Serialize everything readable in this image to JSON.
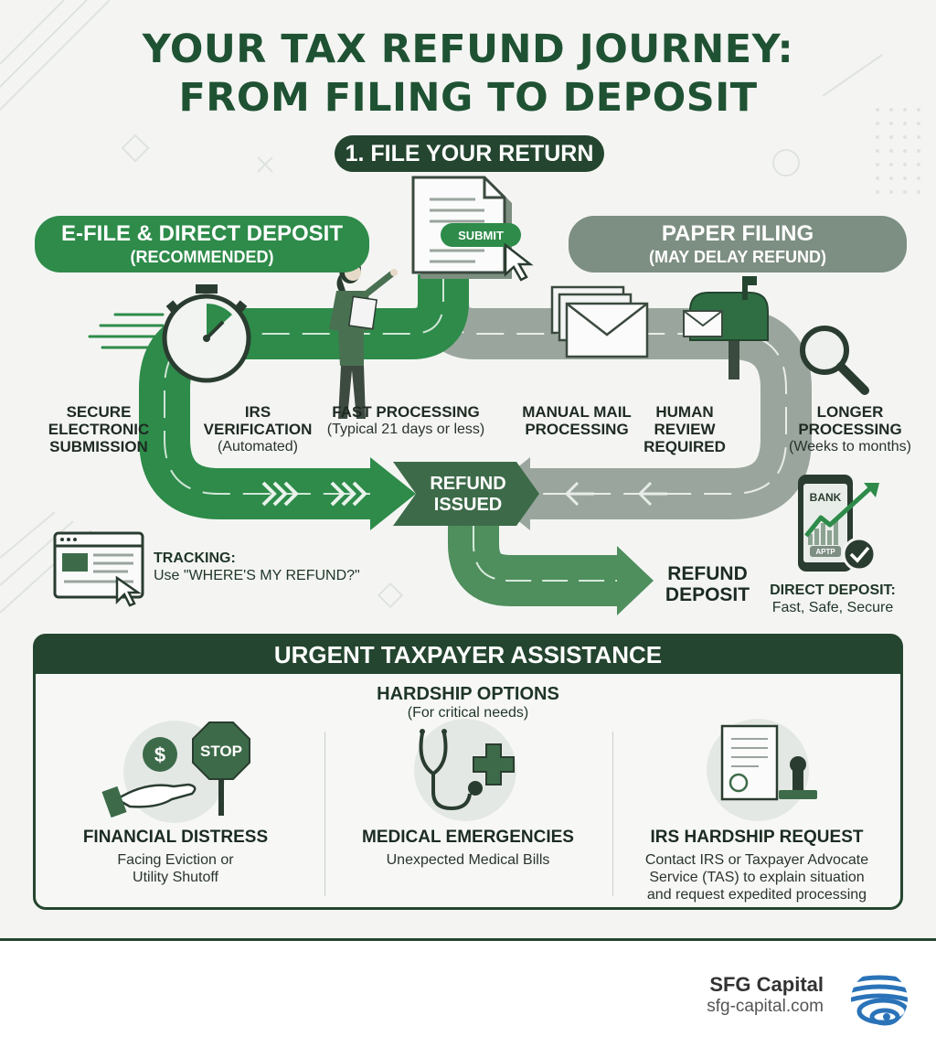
{
  "title_line1": "YOUR TAX REFUND JOURNEY:",
  "title_line2": "FROM FILING TO DEPOSIT",
  "step1": "1. FILE YOUR RETURN",
  "submit_label": "SUBMIT",
  "efile": {
    "title": "E-FILE & DIRECT DEPOSIT",
    "subtitle": "(RECOMMENDED)",
    "steps": [
      {
        "title_a": "SECURE",
        "title_b": "ELECTRONIC",
        "title_c": "SUBMISSION"
      },
      {
        "title_a": "IRS",
        "title_b": "VERIFICATION",
        "sub": "(Automated)"
      },
      {
        "title_a": "FAST PROCESSING",
        "sub": "(Typical 21 days or less)"
      }
    ]
  },
  "paper": {
    "title": "PAPER FILING",
    "subtitle": "(MAY DELAY REFUND)",
    "steps": [
      {
        "title_a": "MANUAL MAIL",
        "title_b": "PROCESSING"
      },
      {
        "title_a": "HUMAN",
        "title_b": "REVIEW",
        "title_c": "REQUIRED"
      },
      {
        "title_a": "LONGER",
        "title_b": "PROCESSING",
        "sub": "(Weeks to months)"
      }
    ]
  },
  "refund_issued_a": "REFUND",
  "refund_issued_b": "ISSUED",
  "refund_deposit_a": "REFUND",
  "refund_deposit_b": "DEPOSIT",
  "tracking": {
    "title": "TRACKING:",
    "text": "Use \"WHERE'S MY REFUND?\""
  },
  "bank": {
    "screen_label": "BANK",
    "tag": "APTP",
    "title": "DIRECT DEPOSIT:",
    "text": "Fast, Safe, Secure"
  },
  "assistance": {
    "heading": "URGENT TAXPAYER ASSISTANCE",
    "options_title": "HARDSHIP OPTIONS",
    "options_sub": "(For critical needs)",
    "stop_sign": "STOP",
    "dollar_sign": "$",
    "columns": [
      {
        "title": "FINANCIAL DISTRESS",
        "line1": "Facing Eviction or",
        "line2": "Utility Shutoff"
      },
      {
        "title": "MEDICAL EMERGENCIES",
        "line1": "Unexpected Medical Bills"
      },
      {
        "title": "IRS HARDSHIP REQUEST",
        "line1": "Contact IRS or Taxpayer Advocate",
        "line2": "Service (TAS) to explain situation",
        "line3": "and request expedited processing"
      }
    ]
  },
  "footer": {
    "brand": "SFG Capital",
    "url": "sfg-capital.com"
  },
  "colors": {
    "dark_green": "#24452f",
    "green": "#2e8b4a",
    "gray_green": "#7d8e82"
  }
}
